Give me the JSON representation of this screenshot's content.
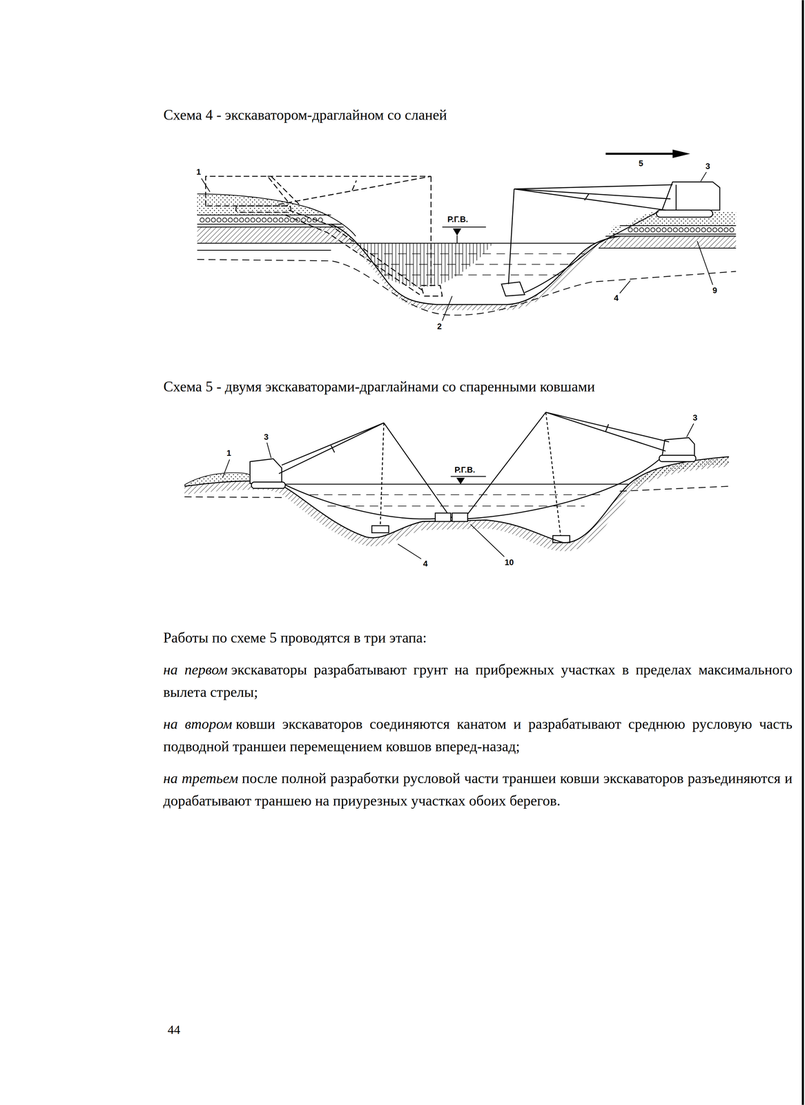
{
  "diagram": {
    "labels": [
      "Схема 4 - экскаватором-драглайном со сланей",
      "1",
      "5",
      "3",
      "Р.Г.В.",
      "9",
      "4",
      "2",
      "Схема 5 - двумя экскаваторами-драглайнами со спаренными ковшами",
      "3",
      "1",
      "3",
      "Р.Г.В.",
      "4",
      "10",
      "Работы по схеме 5 проводятся в три этапа:",
      "на первом",
      "экскаваторы разрабатывают грунт на прибрежных участках в пределах максимального вылета стрелы;",
      "на втором",
      "ковши экскаваторов соединяются канатом и разрабатывают среднюю русловую часть подводной траншеи перемещением ковшов вперед-назад;",
      "на третьем",
      "после полной разработки русловой части траншеи ковши экскаваторов разъединяются и дорабатывают траншею на приурезных участках обоих берегов.",
      "44"
    ]
  }
}
